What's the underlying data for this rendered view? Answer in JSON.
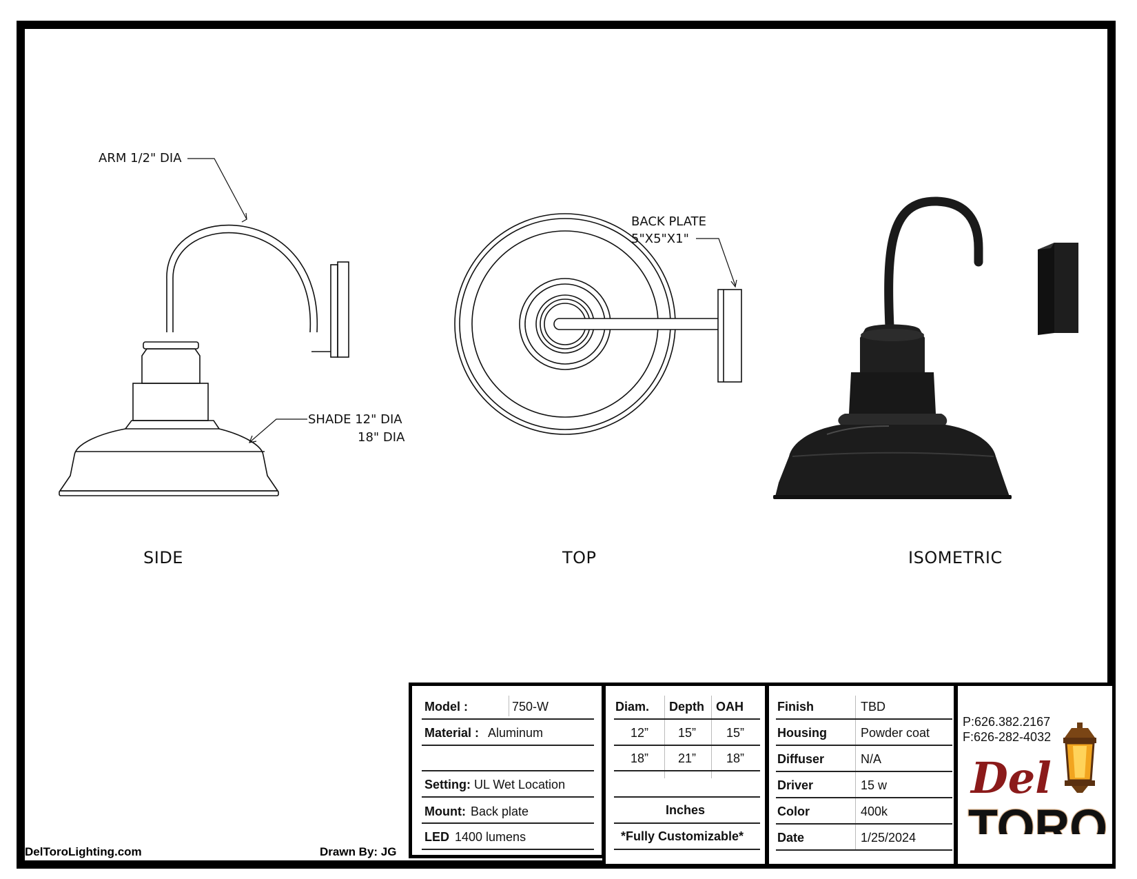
{
  "views": {
    "side": "SIDE",
    "top": "TOP",
    "isometric": "ISOMETRIC"
  },
  "callouts": {
    "arm": "ARM 1/2\" DIA",
    "shade_line1": "SHADE 12\" DIA",
    "shade_line2": "18\" DIA",
    "backplate_line1": "BACK PLATE",
    "backplate_line2": "5\"X5\"X1\""
  },
  "footer": {
    "website": "DelToroLighting.com",
    "drawn_by": "Drawn By: JG"
  },
  "spec_left": {
    "model_label": "Model :",
    "model_value": "750-W",
    "material_label": "Material :",
    "material_value": "Aluminum",
    "setting_label": "Setting:",
    "setting_value": "UL Wet Location",
    "mount_label": "Mount:",
    "mount_value": "Back plate",
    "led_label": "LED",
    "led_value": "1400 lumens"
  },
  "dimensions": {
    "headers": [
      "Diam.",
      "Depth",
      "OAH"
    ],
    "rows": [
      [
        "12”",
        "15”",
        "15”"
      ],
      [
        "18”",
        "21”",
        "18”"
      ]
    ],
    "units": "Inches",
    "note": "*Fully Customizable*"
  },
  "spec_right": {
    "rows": [
      {
        "label": "Finish",
        "value": "TBD"
      },
      {
        "label": "Housing",
        "value": "Powder coat"
      },
      {
        "label": "Diffuser",
        "value": "N/A"
      },
      {
        "label": "Driver",
        "value": "15 w"
      },
      {
        "label": "Color",
        "value": "400k"
      },
      {
        "label": "Date",
        "value": "1/25/2024"
      }
    ]
  },
  "contact": {
    "phone": "P:626.382.2167",
    "fax": "F:626-282-4032"
  },
  "logo": {
    "word1": "Del",
    "word2": "TORO"
  },
  "colors": {
    "logo_red": "#8b1a1a",
    "lantern_amber": "#f2a51f"
  }
}
